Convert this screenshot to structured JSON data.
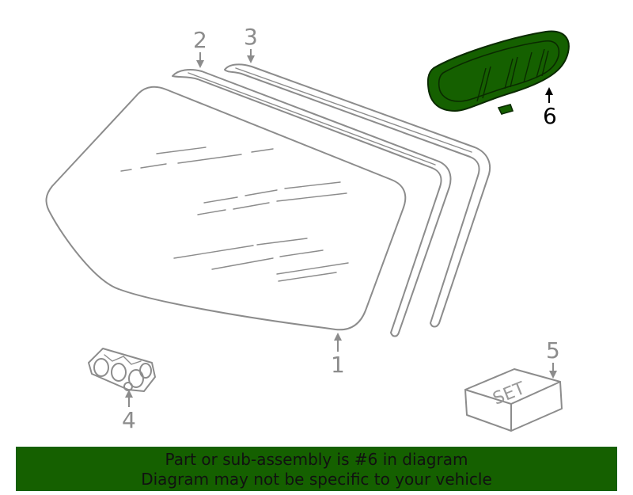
{
  "colors": {
    "highlight_fill": "#156000",
    "highlight_stroke": "#0a2a00",
    "part_stroke": "#8c8c8c",
    "banner_bg": "#156000",
    "banner_text": "#111111"
  },
  "callouts": {
    "c1": "1",
    "c2": "2",
    "c3": "3",
    "c4": "4",
    "c5": "5",
    "c6": "6"
  },
  "highlighted_part": "6",
  "set_box_label": "SET",
  "banner": {
    "line1": "Part or sub-assembly is #6 in diagram",
    "line2": "Diagram may not be specific to your vehicle"
  }
}
